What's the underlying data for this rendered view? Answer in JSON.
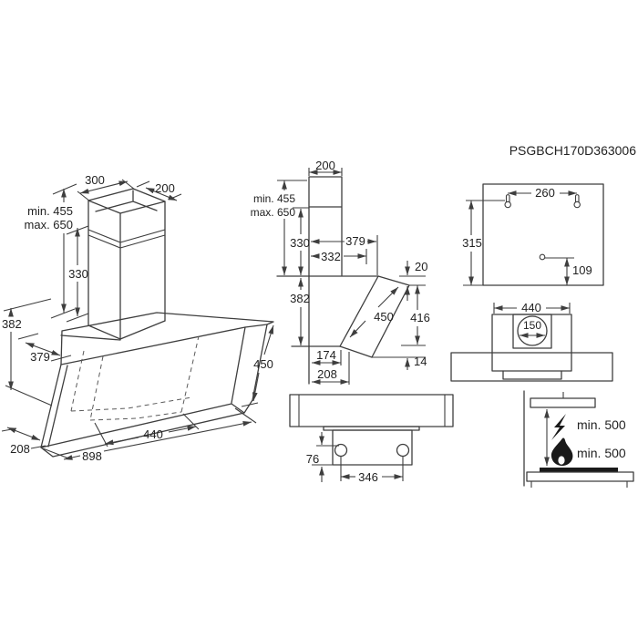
{
  "drawing": {
    "code": "PSGBCH170D363006",
    "persp": {
      "w300": "300",
      "d200": "200",
      "hmin": "min. 455",
      "hmax": "max. 650",
      "s330": "330",
      "h382": "382",
      "d379": "379",
      "d208": "208",
      "b898": "898",
      "b440": "440",
      "g450": "450"
    },
    "side": {
      "w200": "200",
      "hmin": "min. 455",
      "hmax": "max. 650",
      "s330": "330",
      "d379": "379",
      "d332": "332",
      "g20": "20",
      "h382": "382",
      "g450": "450",
      "g416": "416",
      "b174": "174",
      "g14": "14",
      "b208": "208"
    },
    "front": {
      "h76": "76",
      "w346": "346"
    },
    "top": {
      "w440": "440",
      "d150": "150"
    },
    "template": {
      "w260": "260",
      "h315": "315",
      "h109": "109"
    },
    "clearance": {
      "electric": "min. 500",
      "gas": "min. 500"
    }
  }
}
